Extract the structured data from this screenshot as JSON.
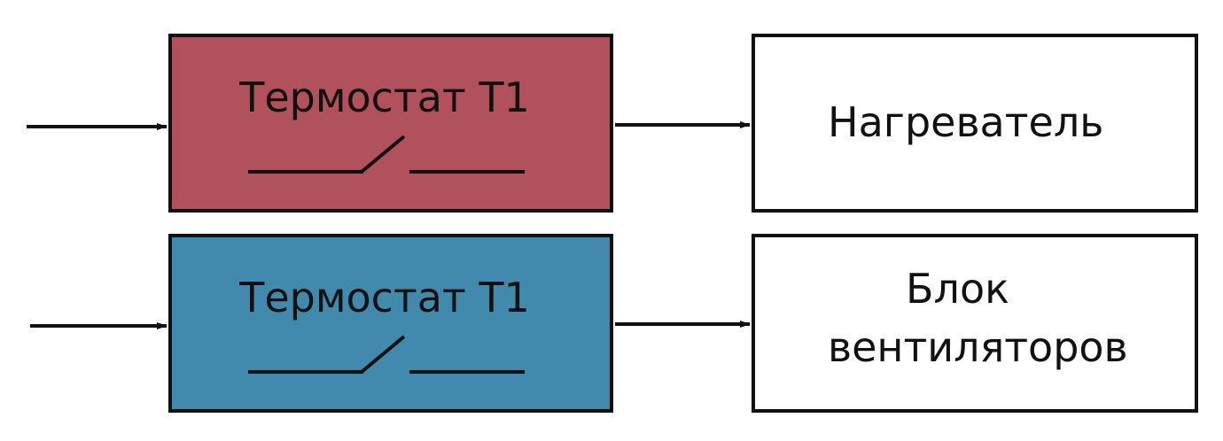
{
  "colors": {
    "thermostat_top_fill": "#b0515b",
    "thermostat_bottom_fill": "#418aad",
    "stroke": "#111111",
    "output_fill": "#ffffff"
  },
  "thermostat_top": {
    "label": "Термостат Т1"
  },
  "thermostat_bottom": {
    "label": "Термостат Т1"
  },
  "heater": {
    "label": "Нагреватель"
  },
  "fan_block": {
    "label_line1": "Блок",
    "label_line2": "вентиляторов"
  },
  "icons": {
    "switch": "open-switch-icon",
    "arrow": "arrow-right-icon"
  }
}
